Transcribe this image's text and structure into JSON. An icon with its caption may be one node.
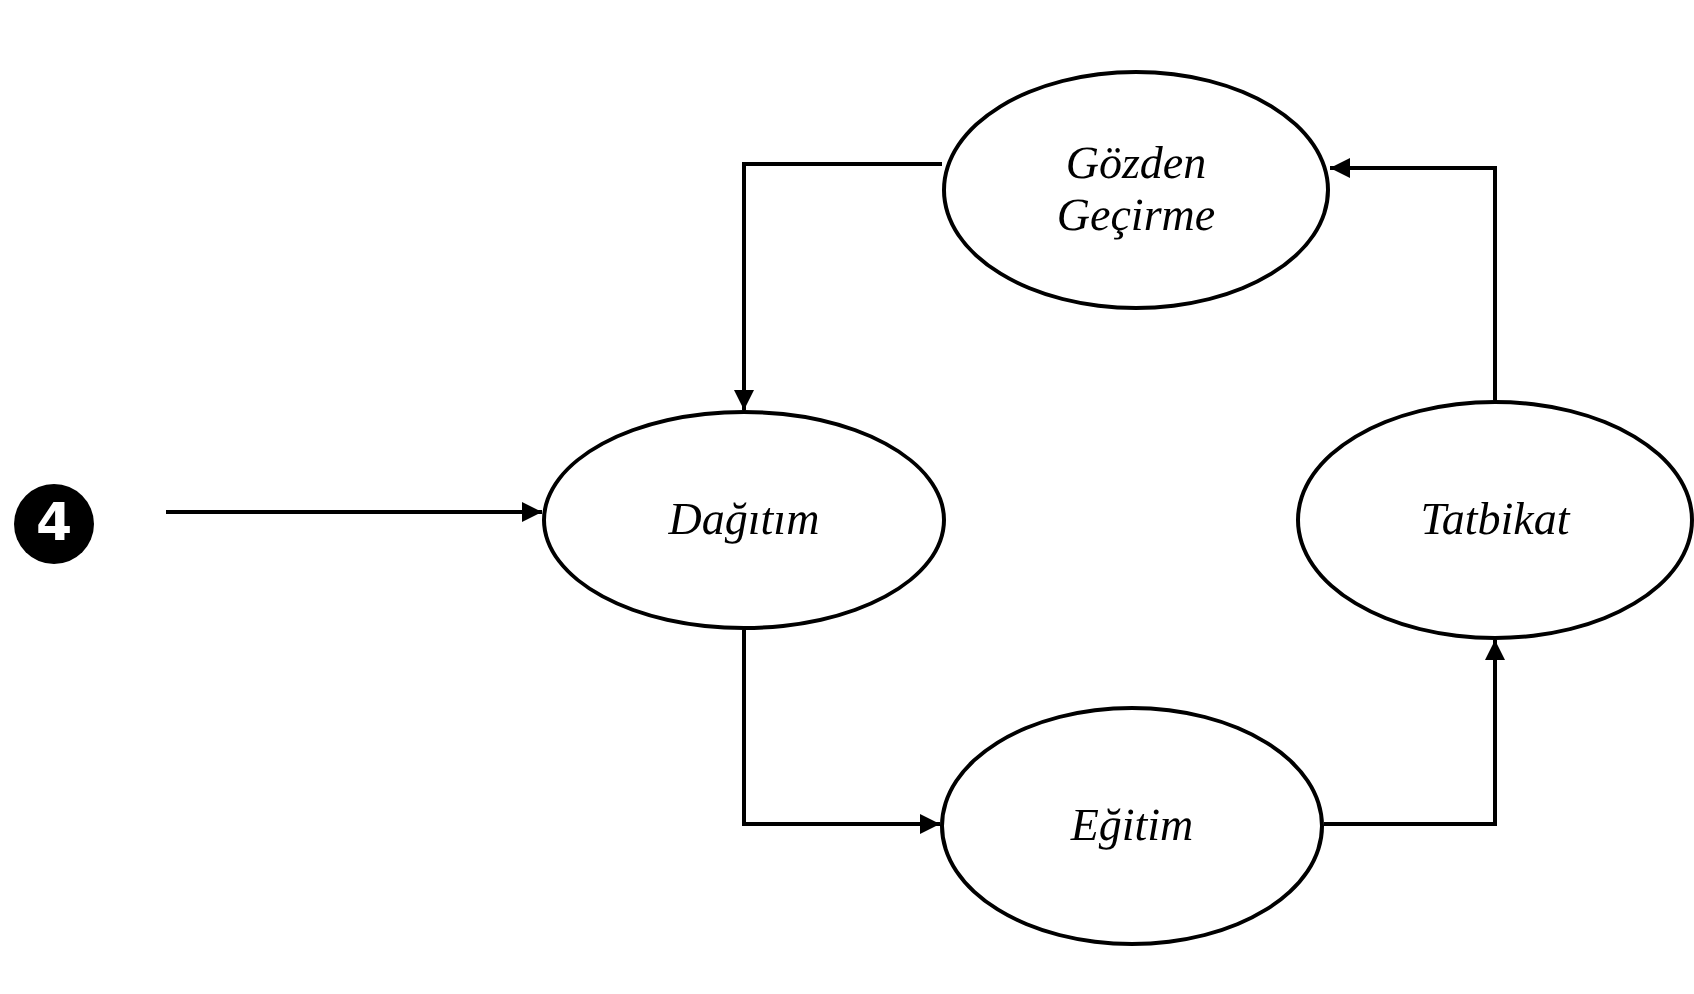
{
  "diagram": {
    "nodes": [
      {
        "text": [
          "4"
        ]
      },
      {
        "text": [
          "Dağıtım"
        ]
      },
      {
        "text": [
          "Gözden Geçirme"
        ]
      },
      {
        "text": [
          "Tatbikat"
        ]
      },
      {
        "text": [
          "Eğitim"
        ]
      }
    ],
    "edges": [
      {
        "from": 0,
        "to": 1,
        "arrow": "to"
      },
      {
        "from": 2,
        "to": 1,
        "arrow": "to"
      },
      {
        "from": 1,
        "to": 4,
        "arrow": "to"
      },
      {
        "from": 4,
        "to": 3,
        "arrow": "to"
      },
      {
        "from": 3,
        "to": 2,
        "arrow": "to"
      }
    ]
  }
}
